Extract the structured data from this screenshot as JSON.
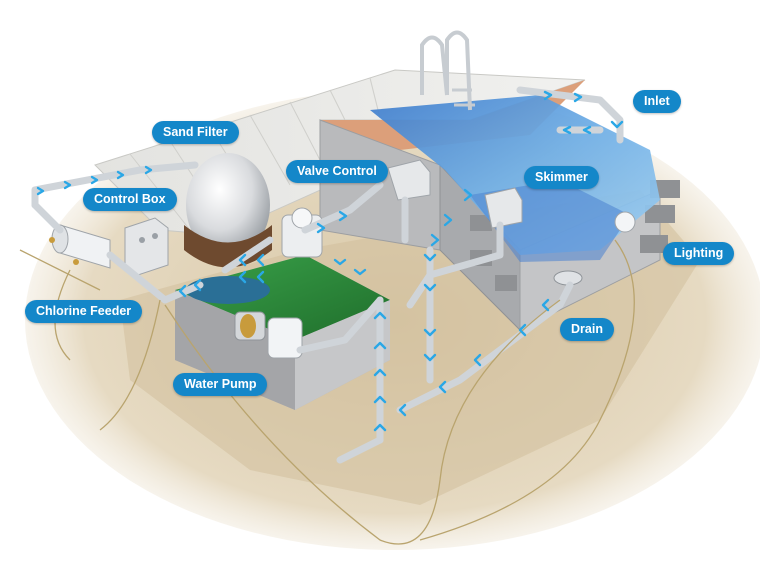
{
  "labels": {
    "sand_filter": "Sand Filter",
    "valve_control": "Valve Control",
    "control_box": "Control Box",
    "chlorine_feeder": "Chlorine Feeder",
    "water_pump": "Water Pump",
    "inlet": "Inlet",
    "skimmer": "Skimmer",
    "lighting": "Lighting",
    "drain": "Drain"
  },
  "colors": {
    "callout": "#1487c9",
    "flow_arrow": "#2aa7e6",
    "pool_water": "#5f9fde",
    "pump_pad": "#2e8a3a",
    "concrete": "#bfc0c2",
    "ground": "#d8c7a6",
    "pipe": "#d9dde2"
  },
  "icons": {
    "flow": "chevron-right-icon"
  }
}
